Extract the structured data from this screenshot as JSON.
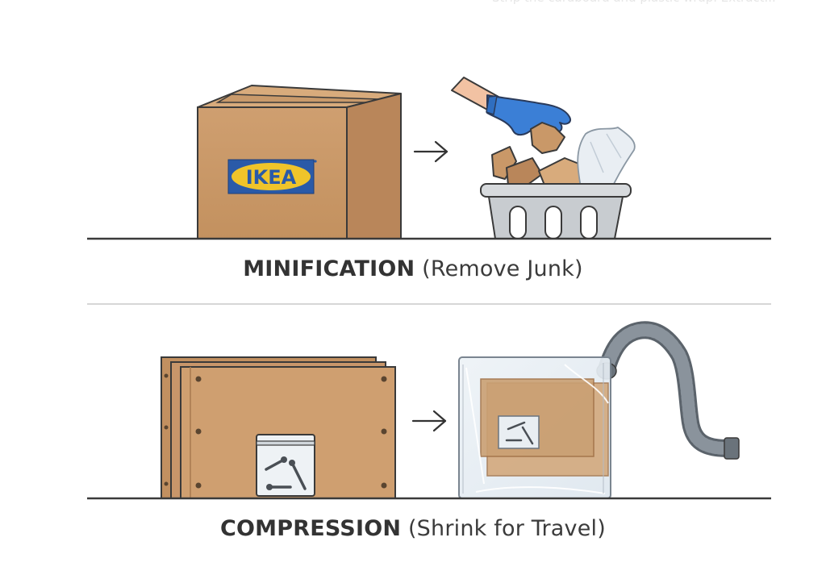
{
  "header": {
    "faded_text": "Strip the cardboard and plastic wrap. Extract..."
  },
  "panels": [
    {
      "key_term": "MINIFICATION",
      "description": "(Remove Junk)",
      "before_icon": "ikea-box-icon",
      "before_label": "IKEA",
      "after_icon": "trash-basket-icon"
    },
    {
      "key_term": "COMPRESSION",
      "description": "(Shrink for Travel)",
      "before_icon": "flat-pack-boards-icon",
      "after_icon": "vacuum-seal-bag-icon"
    }
  ],
  "arrow_icon": "right-arrow-icon",
  "colors": {
    "cardboard": "#c9996a",
    "ikea_blue": "#2a5aa8",
    "ikea_yellow": "#f0c42a",
    "glove_blue": "#3b7fd6",
    "basket_gray": "#c8ccd0",
    "outline": "#3a3a3a"
  }
}
